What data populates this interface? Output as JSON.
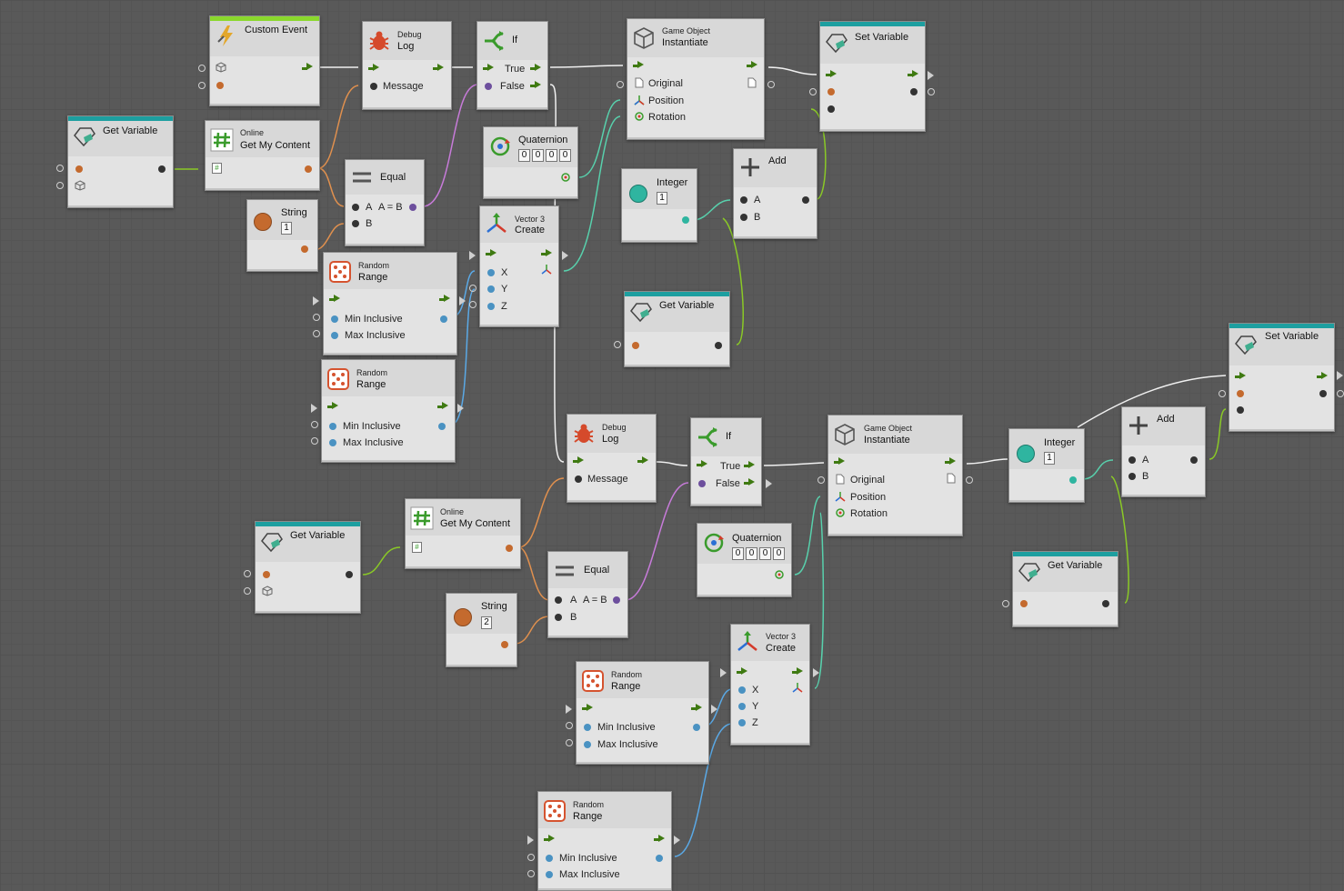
{
  "canvas": {
    "background": "#595959",
    "flow_color": "#3f7a12",
    "wire_colors": {
      "flow": "#f0f0f0",
      "object": "#e0904e",
      "bool": "#c77bd9",
      "float": "#5aa9e6",
      "quaternion": "#58d0ac",
      "gameobject": "#8ac926"
    }
  },
  "nodes": {
    "custom_event": {
      "title": "Custom Event",
      "icon": "lightning-icon"
    },
    "debug_log_1": {
      "sup": "Debug",
      "title": "Log",
      "port_message": "Message",
      "icon": "bug-icon"
    },
    "if_1": {
      "title": "If",
      "port_true": "True",
      "port_false": "False",
      "icon": "branch-icon"
    },
    "instantiate_1": {
      "sup": "Game Object",
      "title": "Instantiate",
      "port_original": "Original",
      "port_position": "Position",
      "port_rotation": "Rotation",
      "icon": "cube-icon"
    },
    "set_variable_1": {
      "title": "Set Variable",
      "icon": "variable-icon"
    },
    "get_variable_1": {
      "title": "Get Variable",
      "icon": "variable-icon"
    },
    "online_1": {
      "sup": "Online",
      "title": "Get My Content",
      "icon": "hash-icon"
    },
    "equal_1": {
      "title": "Equal",
      "port_a": "A",
      "port_ab": "A = B",
      "port_b": "B",
      "icon": "equals-icon"
    },
    "string_1": {
      "title": "String",
      "value": "1",
      "icon": "circle-icon"
    },
    "quaternion_1": {
      "title": "Quaternion",
      "values": [
        "0",
        "0",
        "0",
        "0"
      ],
      "icon": "rotate-icon"
    },
    "integer_1": {
      "title": "Integer",
      "value": "1",
      "icon": "circle-icon"
    },
    "add_1": {
      "title": "Add",
      "port_a": "A",
      "port_b": "B",
      "icon": "plus-icon"
    },
    "vector3_1": {
      "sup": "Vector 3",
      "title": "Create",
      "port_x": "X",
      "port_y": "Y",
      "port_z": "Z",
      "icon": "axes-icon"
    },
    "random_1": {
      "sup": "Random",
      "title": "Range",
      "port_min": "Min Inclusive",
      "port_max": "Max Inclusive",
      "icon": "dice-icon"
    },
    "random_2": {
      "sup": "Random",
      "title": "Range",
      "port_min": "Min Inclusive",
      "port_max": "Max Inclusive",
      "icon": "dice-icon"
    },
    "get_variable_2": {
      "title": "Get Variable",
      "icon": "variable-icon"
    },
    "debug_log_2": {
      "sup": "Debug",
      "title": "Log",
      "port_message": "Message",
      "icon": "bug-icon"
    },
    "if_2": {
      "title": "If",
      "port_true": "True",
      "port_false": "False",
      "icon": "branch-icon"
    },
    "instantiate_2": {
      "sup": "Game Object",
      "title": "Instantiate",
      "port_original": "Original",
      "port_position": "Position",
      "port_rotation": "Rotation",
      "icon": "cube-icon"
    },
    "integer_2": {
      "title": "Integer",
      "value": "1",
      "icon": "circle-icon"
    },
    "add_2": {
      "title": "Add",
      "port_a": "A",
      "port_b": "B",
      "icon": "plus-icon"
    },
    "set_variable_2": {
      "title": "Set Variable",
      "icon": "variable-icon"
    },
    "get_variable_3": {
      "title": "Get Variable",
      "icon": "variable-icon"
    },
    "online_2": {
      "sup": "Online",
      "title": "Get My Content",
      "icon": "hash-icon"
    },
    "equal_2": {
      "title": "Equal",
      "port_a": "A",
      "port_ab": "A = B",
      "port_b": "B",
      "icon": "equals-icon"
    },
    "string_2": {
      "title": "String",
      "value": "2",
      "icon": "circle-icon"
    },
    "quaternion_2": {
      "title": "Quaternion",
      "values": [
        "0",
        "0",
        "0",
        "0"
      ],
      "icon": "rotate-icon"
    },
    "vector3_2": {
      "sup": "Vector 3",
      "title": "Create",
      "port_x": "X",
      "port_y": "Y",
      "port_z": "Z",
      "icon": "axes-icon"
    },
    "random_3": {
      "sup": "Random",
      "title": "Range",
      "port_min": "Min Inclusive",
      "port_max": "Max Inclusive",
      "icon": "dice-icon"
    },
    "random_4": {
      "sup": "Random",
      "title": "Range",
      "port_min": "Min Inclusive",
      "port_max": "Max Inclusive",
      "icon": "dice-icon"
    },
    "get_variable_4": {
      "title": "Get Variable",
      "icon": "variable-icon"
    }
  }
}
